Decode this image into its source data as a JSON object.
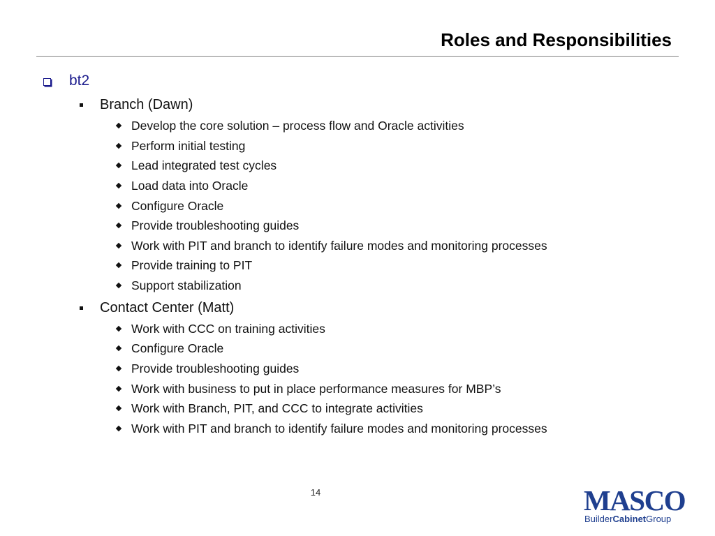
{
  "slide": {
    "title": "Roles and Responsibilities",
    "level1": "bt2",
    "sections": [
      {
        "heading": "Branch (Dawn)",
        "items": [
          "Develop the core solution – process flow and Oracle activities",
          "Perform initial testing",
          "Lead integrated test cycles",
          "Load data into Oracle",
          "Configure Oracle",
          "Provide troubleshooting guides",
          "Work with PIT and branch to identify failure modes and monitoring processes",
          "Provide training to PIT",
          "Support stabilization"
        ]
      },
      {
        "heading": "Contact Center (Matt)",
        "items": [
          "Work with CCC on training activities",
          "Configure Oracle",
          "Provide troubleshooting guides",
          "Work with business to put in place performance measures for MBP’s",
          "Work with Branch, PIT, and CCC to integrate activities",
          "Work with PIT and branch to identify failure modes and monitoring processes"
        ]
      }
    ],
    "page_number": "14"
  },
  "logo": {
    "mark": "MASCO",
    "sub_part1": "Builder",
    "sub_part2": "Cabinet",
    "sub_part3": "Group"
  },
  "colors": {
    "accent": "#1a1a8c",
    "logo": "#1f3f8f",
    "rule": "#808080"
  }
}
